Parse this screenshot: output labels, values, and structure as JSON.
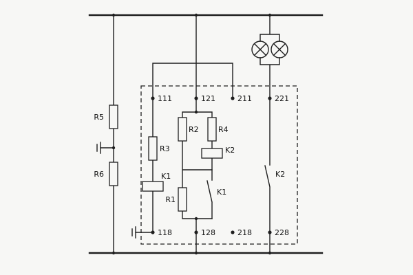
{
  "colors": {
    "background": "#f7f7f5",
    "line": "#1e1e1e",
    "text": "#111111"
  },
  "components": {
    "r1": "R1",
    "r2": "R2",
    "r3": "R3",
    "r4": "R4",
    "r5": "R5",
    "r6": "R6",
    "k1_coil": "K1",
    "k2_coil": "K2",
    "k1_contact": "K1",
    "k2_contact": "K2"
  },
  "terminals": {
    "top": {
      "t111": "111",
      "t121": "121",
      "t211": "211",
      "t221": "221"
    },
    "bottom": {
      "t118": "118",
      "t128": "128",
      "t218": "218",
      "t228": "228"
    }
  },
  "icons": {
    "lamp": "crossed-circle-indicator-lamp",
    "earth": "earth-tap"
  }
}
